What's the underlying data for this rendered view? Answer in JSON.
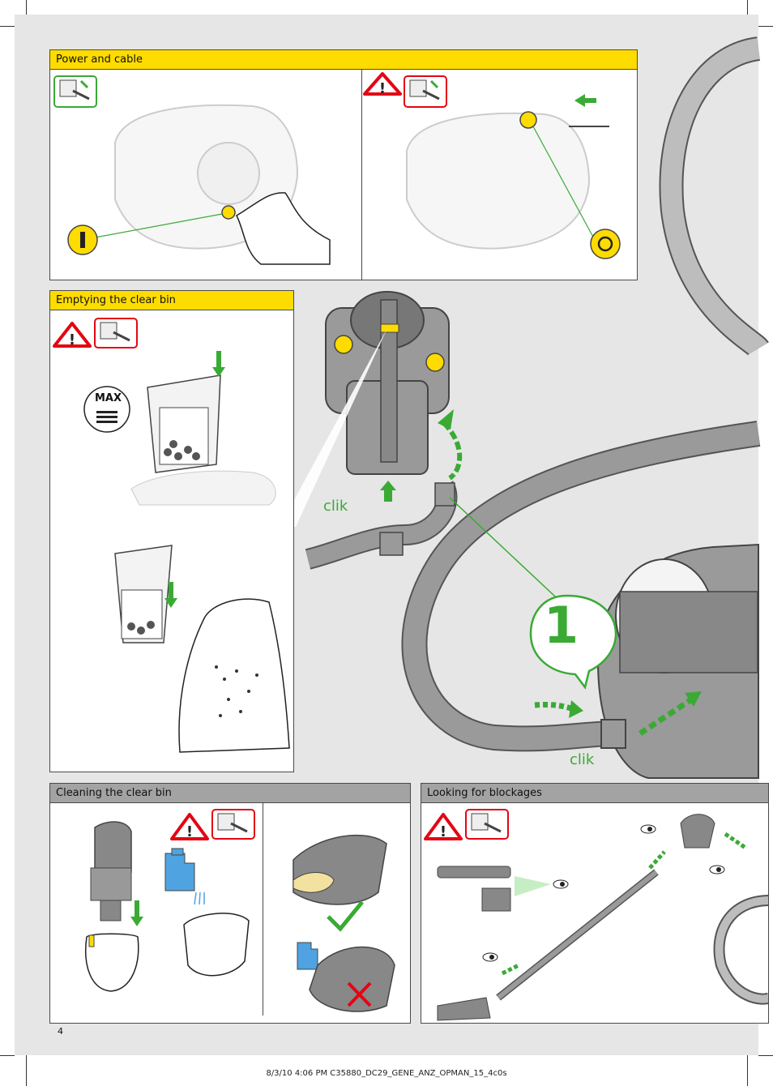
{
  "sections": {
    "power_and_cable": {
      "title": "Power and cable"
    },
    "emptying_clear_bin": {
      "title": "Emptying the clear bin",
      "max_label": "MAX"
    },
    "cleaning_clear_bin": {
      "title": "Cleaning the clear bin"
    },
    "looking_for_blockages": {
      "title": "Looking for blockages"
    }
  },
  "hose_assembly": {
    "step_number": "1",
    "clik_label_top": "clik",
    "clik_label_bottom": "clik"
  },
  "page_number": "4",
  "footer_text": "8/3/10 4:06 PM C35880_DC29_GENE_ANZ_OPMAN_15_4c0s",
  "colors": {
    "accent_yellow": "#ffdc00",
    "header_grey": "#a3a3a3",
    "arrow_green": "#3aaa35",
    "warning_red": "#e30613",
    "water_blue": "#4fa3e0"
  }
}
